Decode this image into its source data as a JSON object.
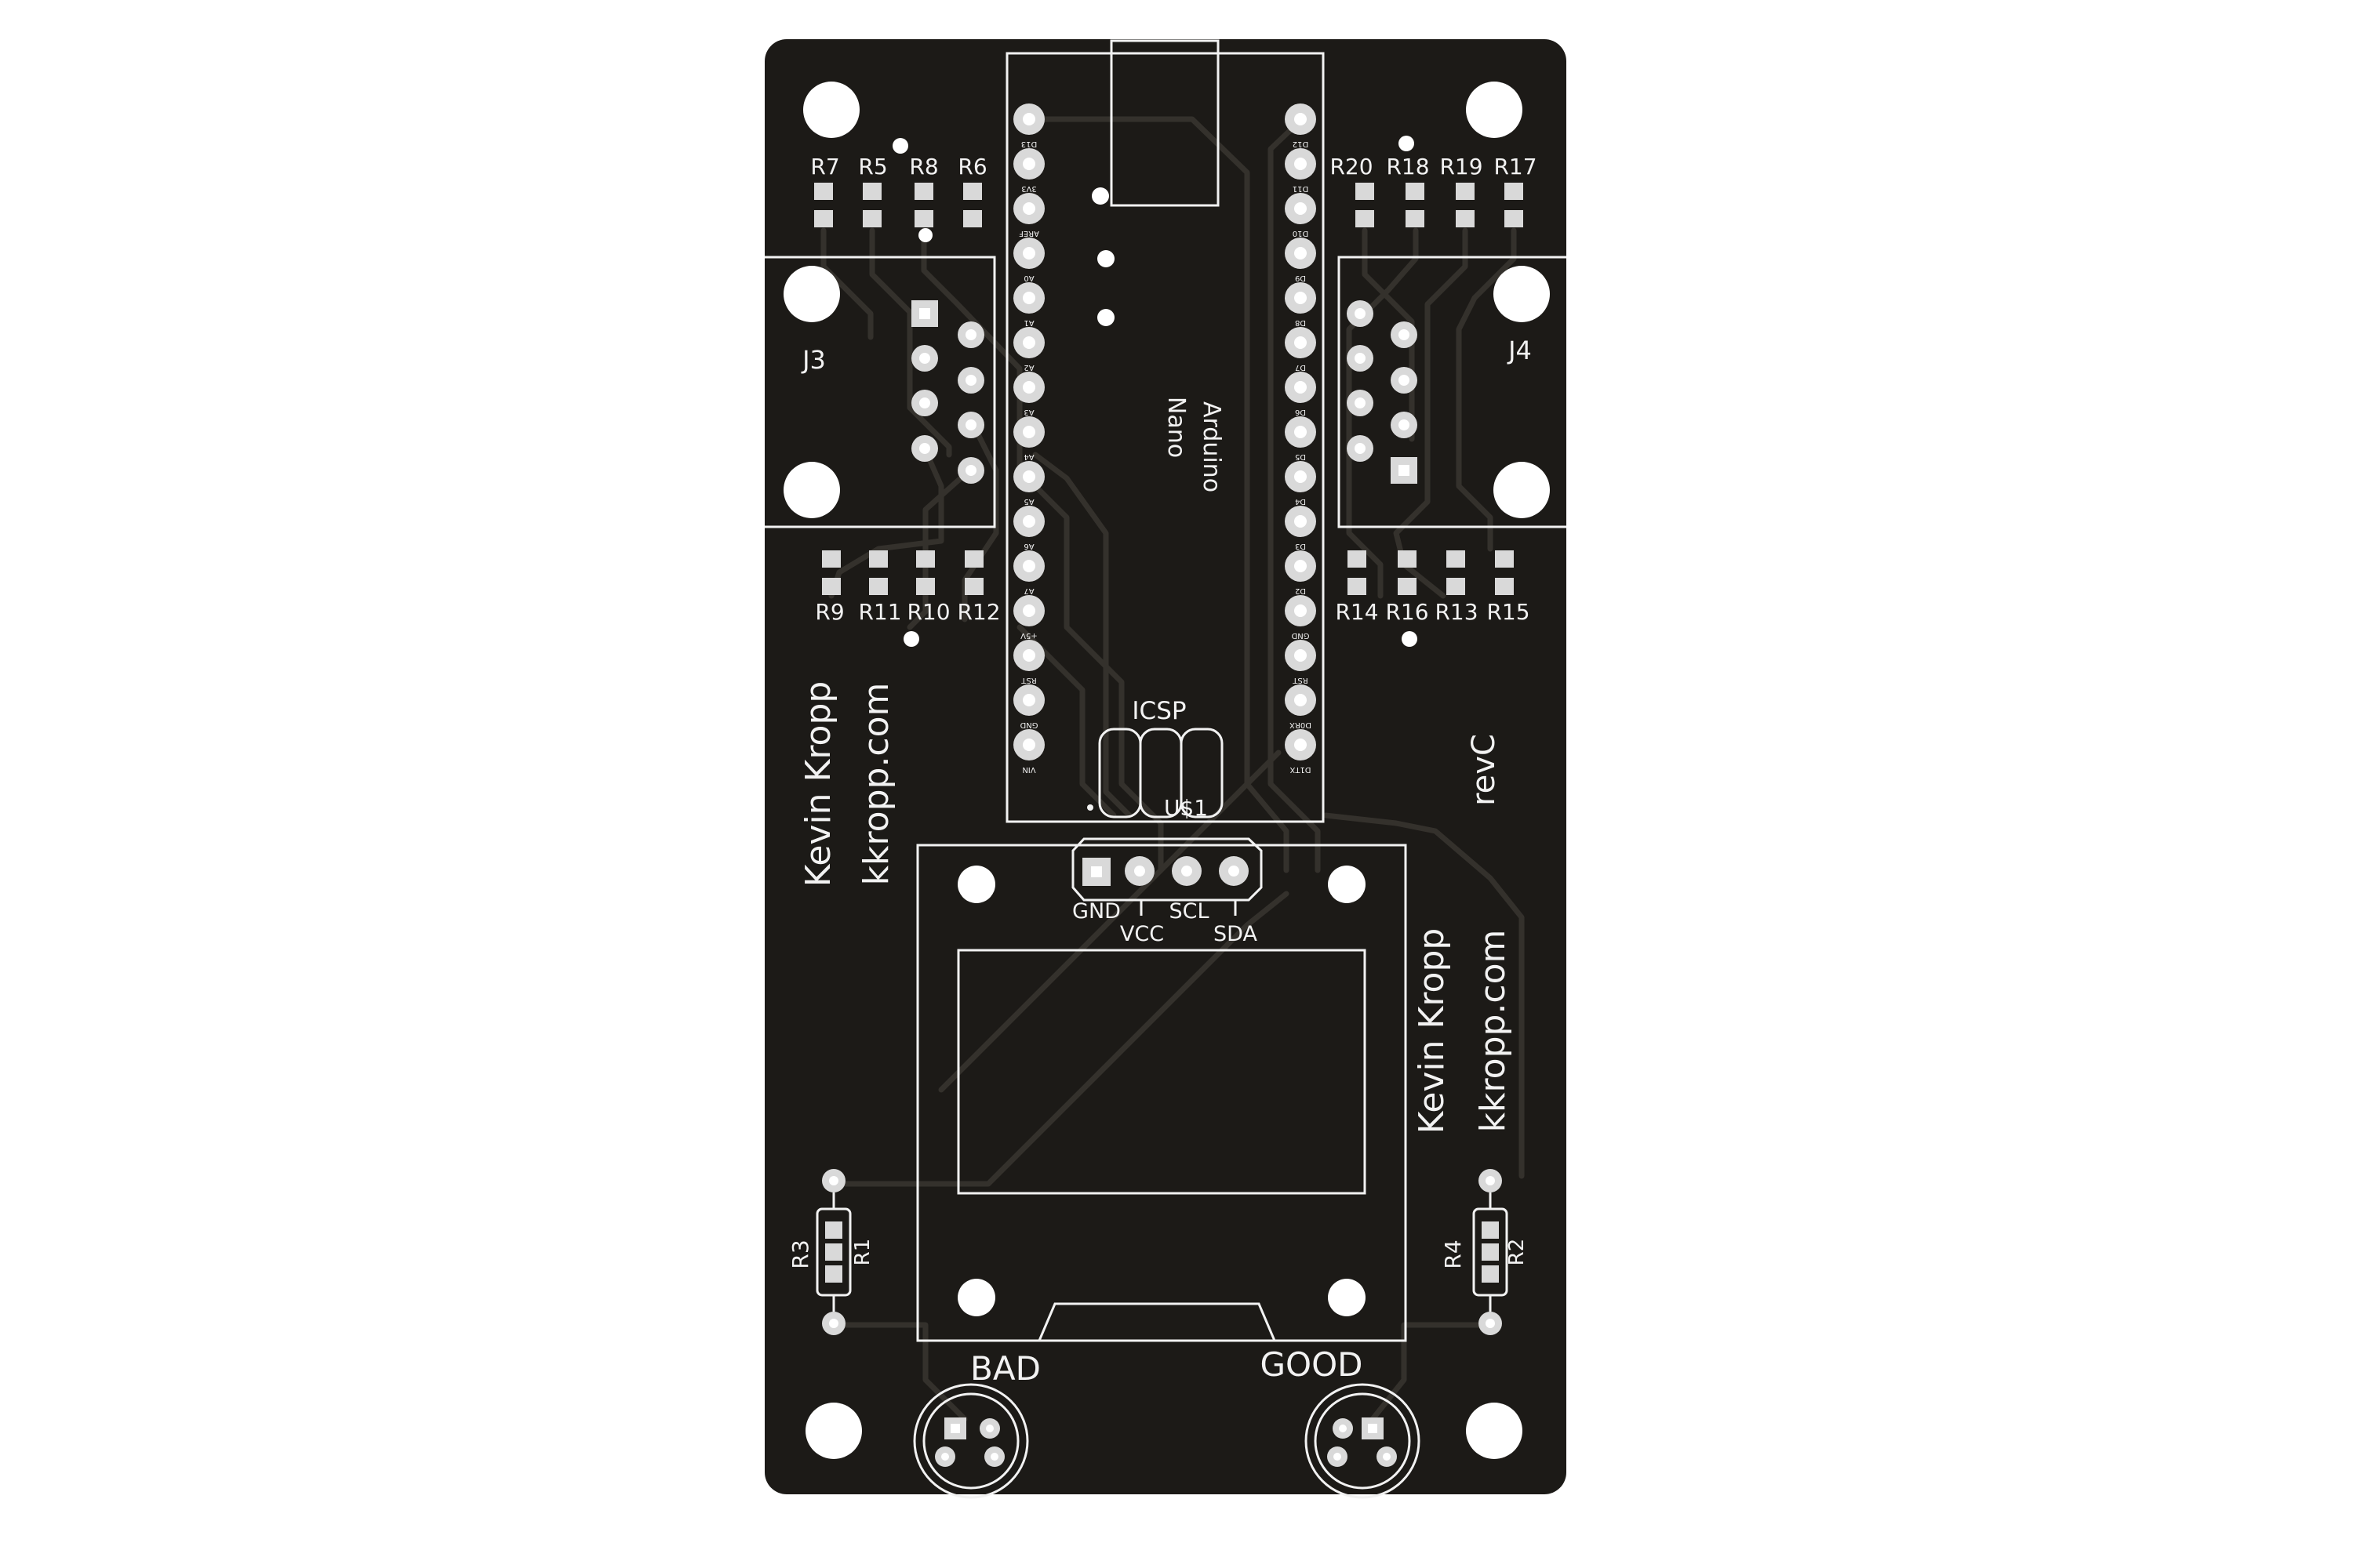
{
  "colors": {
    "board": "#1c1a17",
    "silkscreen": "#f2f2f2",
    "copper_trace": "#34312c",
    "pad": "#d9d9d9",
    "hole": "#ffffff"
  },
  "board": {
    "labels": {
      "connector_left": "J3",
      "connector_right": "J4",
      "arduino_line1": "Nano",
      "arduino_line2": "Arduino",
      "icsp": "ICSP",
      "display_ref": "U$1",
      "revision": "revC",
      "author_left": "Kevin Kropp",
      "site_left": "kkropp.com",
      "author_right": "Kevin Kropp",
      "site_right": "kkropp.com",
      "led_bad": "BAD",
      "led_good": "GOOD"
    },
    "resistors_top_left": [
      "R7",
      "R5",
      "R8",
      "R6"
    ],
    "resistors_top_right": [
      "R20",
      "R18",
      "R19",
      "R17"
    ],
    "resistors_bottom_left": [
      "R9",
      "R11",
      "R10",
      "R12"
    ],
    "resistors_bottom_right": [
      "R14",
      "R16",
      "R13",
      "R15"
    ],
    "resistor_left_pair": [
      "R3",
      "R1"
    ],
    "resistor_right_pair": [
      "R4",
      "R2"
    ],
    "display_pins": [
      "GND",
      "VCC",
      "SCL",
      "SDA"
    ],
    "arduino_left_pins": [
      "D13",
      "3V3",
      "AREF",
      "A0",
      "A1",
      "A2",
      "A3",
      "A4",
      "A5",
      "A6",
      "A7",
      "+5V",
      "RST",
      "GND",
      "VIN"
    ],
    "arduino_right_pins": [
      "D12",
      "D11",
      "D10",
      "D9",
      "D8",
      "D7",
      "D6",
      "D5",
      "D4",
      "D3",
      "D2",
      "GND",
      "RST",
      "D0RX",
      "D1TX"
    ]
  }
}
